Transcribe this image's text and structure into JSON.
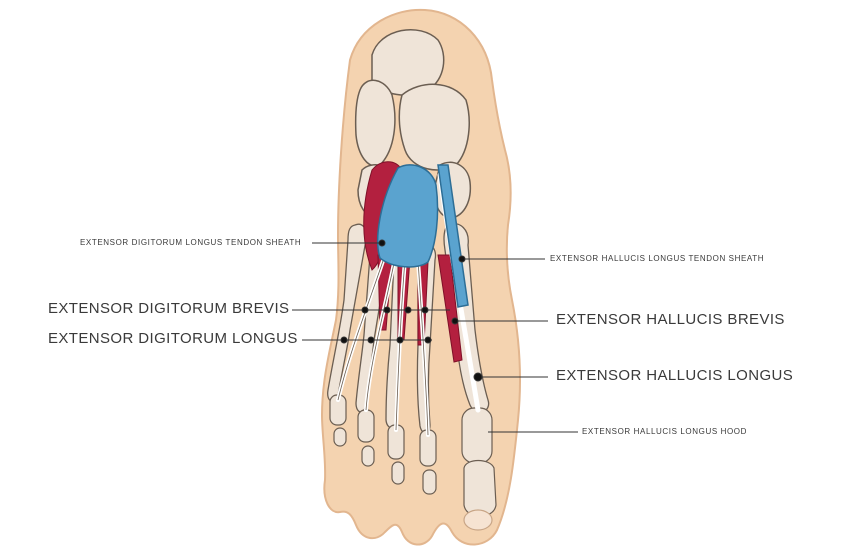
{
  "labels": {
    "edl_sheath": "EXTENSOR DIGITORUM LONGUS TENDON SHEATH",
    "edb": "EXTENSOR DIGITORUM BREVIS",
    "edl": "EXTENSOR DIGITORUM LONGUS",
    "ehl_sheath": "EXTENSOR HALLUCIS LONGUS TENDON SHEATH",
    "ehb": "EXTENSOR HALLUCIS BREVIS",
    "ehl": "EXTENSOR HALLUCIS LONGUS",
    "ehl_hood": "EXTENSOR HALLUCIS LONGUS HOOD"
  },
  "colors": {
    "skin": "#f4d3b0",
    "bone": "#efe4d8",
    "bone_outline": "#6b5e52",
    "muscle": "#b3203f",
    "sheath": "#5aa3cf",
    "tendon": "#ffffff",
    "leader": "#333333"
  }
}
